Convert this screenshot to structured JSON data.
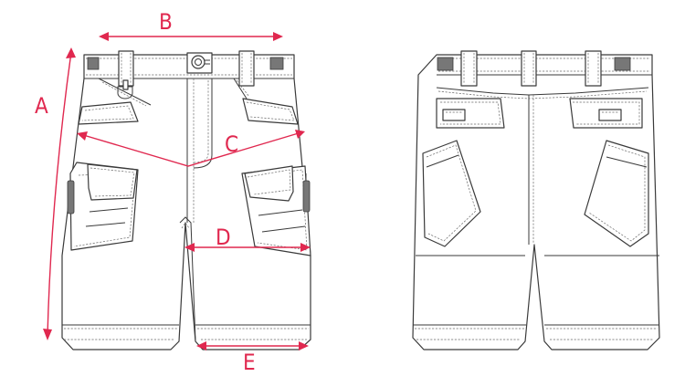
{
  "measurements": {
    "A": "A",
    "B": "B",
    "C": "C",
    "D": "D",
    "E": "E"
  },
  "colors": {
    "measure": "#e0284f",
    "outline": "#3a3a3a",
    "stitch": "#6a6a6a",
    "velcro": "#777777",
    "background": "#ffffff"
  }
}
